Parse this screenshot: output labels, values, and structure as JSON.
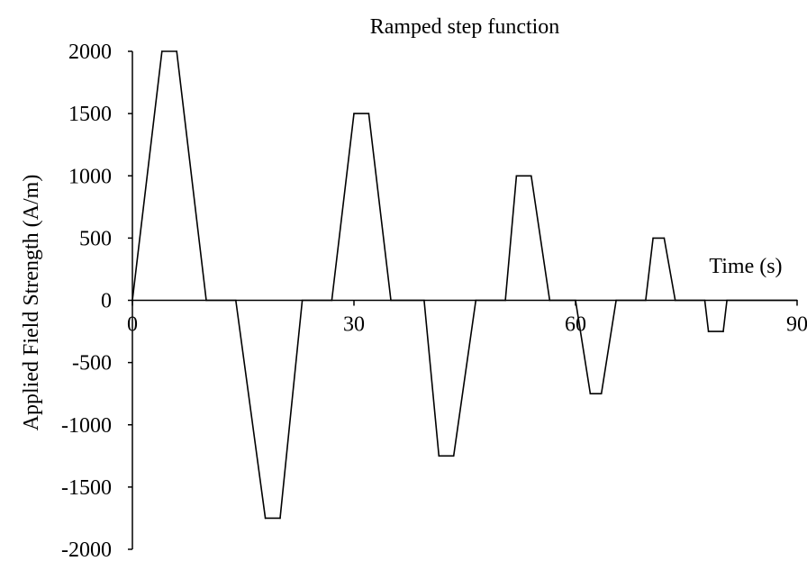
{
  "chart_data": {
    "type": "line",
    "title": "Ramped step function",
    "xlabel": "Time (s)",
    "ylabel": "Applied Field Strength (A/m)",
    "xlim": [
      0,
      90
    ],
    "ylim": [
      -2000,
      2000
    ],
    "x_ticks": [
      "0",
      "30",
      "60",
      "90"
    ],
    "y_ticks": [
      "2000",
      "1500",
      "1000",
      "500",
      "0",
      "-500",
      "-1000",
      "-1500",
      "-2000"
    ],
    "grid": false,
    "series": [
      {
        "x": [
          0,
          4,
          6,
          10,
          14,
          18,
          20,
          23,
          27,
          30,
          32,
          35,
          39.5,
          41.5,
          43.5,
          46.5,
          50.5,
          52,
          54,
          56.5,
          60,
          62,
          63.5,
          65.5,
          69.5,
          70.5,
          72,
          73.5,
          77.5,
          78,
          80,
          80.5,
          90
        ],
        "y": [
          0,
          2000,
          2000,
          0,
          0,
          -1750,
          -1750,
          0,
          0,
          1500,
          1500,
          0,
          0,
          -1250,
          -1250,
          0,
          0,
          1000,
          1000,
          0,
          0,
          -750,
          -750,
          0,
          0,
          500,
          500,
          0,
          0,
          -250,
          -250,
          0,
          0
        ]
      }
    ]
  }
}
